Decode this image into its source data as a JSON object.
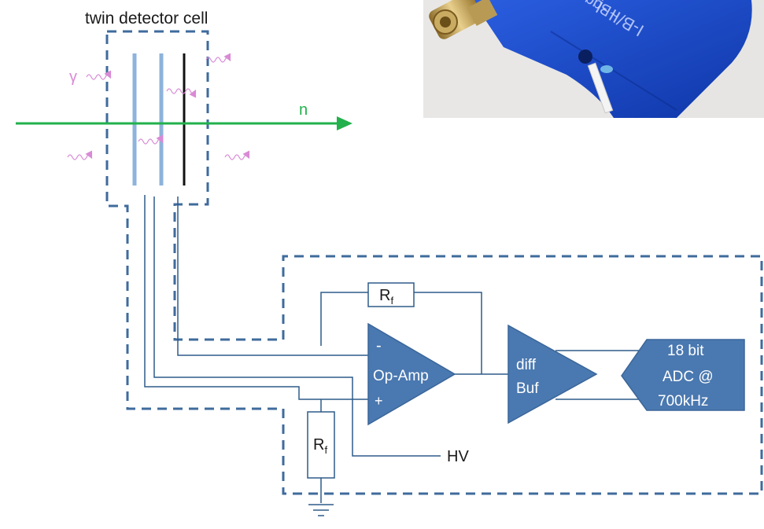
{
  "diagram": {
    "cell_title": "twin detector cell",
    "gamma_symbol": "γ",
    "neutron_label": "n",
    "feedback_resistor": {
      "main": "R",
      "sub": "f"
    },
    "ground_resistor": {
      "main": "R",
      "sub": "f"
    },
    "opamp": {
      "label": "Op-Amp",
      "minus": "-",
      "plus": "+"
    },
    "buffer": {
      "line1": "diff",
      "line2": "Buf"
    },
    "adc": {
      "line1": "18 bit",
      "line2": "ADC @",
      "line3": "700kHz"
    },
    "hv_label": "HV"
  },
  "photo": {
    "engraving_1": "~Bgg",
    "engraving_2": "I-B/II -I"
  },
  "colors": {
    "boundary": "#3f6b9c",
    "block_fill": "#4a78b0",
    "block_stroke": "#3a6699",
    "electrode": "#8eb3dc",
    "neutron": "#22b14c",
    "gamma": "#d98ad6",
    "wire": "#2e5b8a",
    "photo_body": "#1646c8"
  }
}
